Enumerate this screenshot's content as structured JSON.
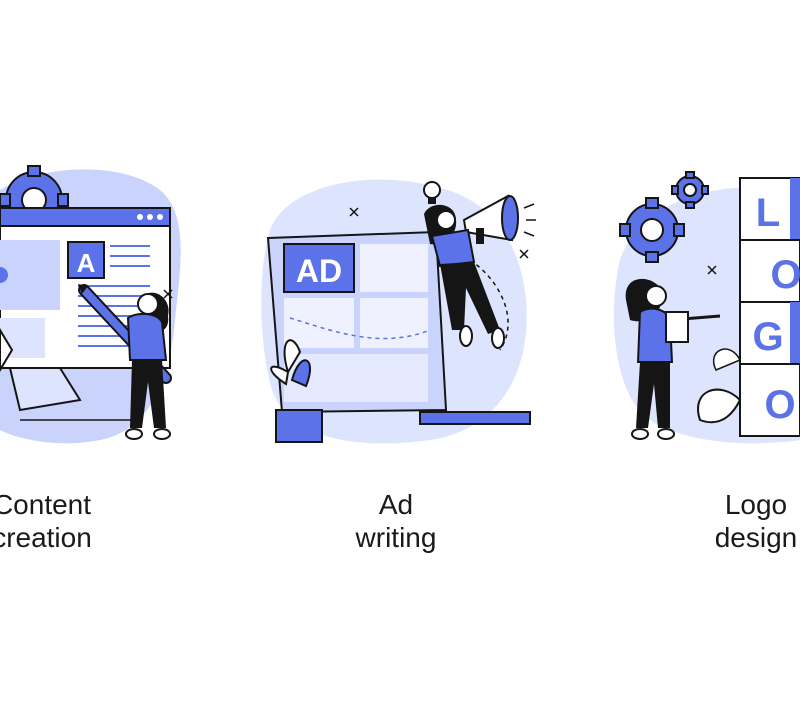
{
  "colors": {
    "accent": "#5b72e8",
    "light": "#c9d3fb",
    "pale": "#dde4fd",
    "ink": "#151515",
    "white": "#ffffff"
  },
  "illustrations": [
    {
      "icons": [
        "gear-icon",
        "monitor-icon",
        "pencil-icon",
        "woman-icon",
        "document-icon"
      ],
      "badge": "A",
      "caption": [
        "Content",
        "creation"
      ]
    },
    {
      "icons": [
        "laptop-icon",
        "megaphone-icon",
        "lightbulb-icon",
        "plant-icon",
        "woman-icon"
      ],
      "badge": "AD",
      "caption": [
        "Ad",
        "writing"
      ]
    },
    {
      "icons": [
        "gear-icon",
        "gear-icon",
        "woman-icon",
        "clipboard-icon",
        "leaf-icon"
      ],
      "letters": [
        "L",
        "O",
        "G",
        "O"
      ],
      "caption": [
        "Logo",
        "design"
      ]
    }
  ]
}
